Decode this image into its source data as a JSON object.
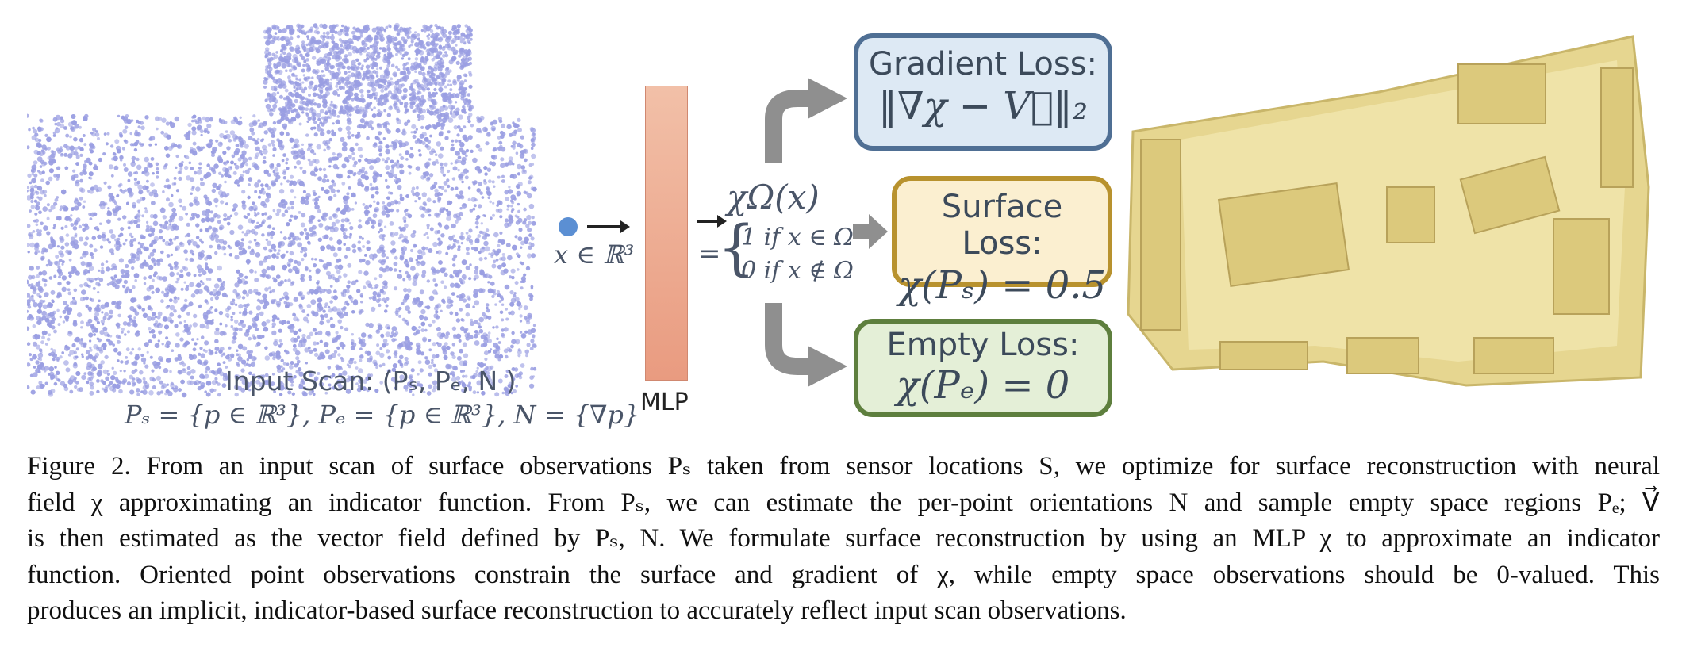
{
  "figure": {
    "input_point": {
      "label": "x ∈ ℝ³"
    },
    "input_scan": {
      "title": "Input Scan: (Pₛ, Pₑ, N )",
      "definition": "Pₛ = {p ∈ ℝ³}, Pₑ = {p ∈ ℝ³}, N = {∇p}"
    },
    "mlp": {
      "label": "MLP",
      "color": "#eeaa90"
    },
    "indicator": {
      "symbol": "χΩ(x)",
      "equals": "=",
      "case1": "1 if x ∈ Ω",
      "case2": "0 if x ∉ Ω"
    },
    "losses": [
      {
        "title": "Gradient Loss:",
        "formula": "‖∇χ − V⃗‖₂",
        "border": "#4f6f94",
        "fill": "#dde9f4"
      },
      {
        "title": "Surface Loss:",
        "formula": "χ(Pₛ) = 0.5",
        "border": "#b8922e",
        "fill": "#fbefd0"
      },
      {
        "title": "Empty Loss:",
        "formula": "χ(Pₑ) = 0",
        "border": "#5e7f3e",
        "fill": "#e4efd7"
      }
    ],
    "colors": {
      "point_cloud": "#9a9ee2",
      "mesh": "#e4d48c",
      "arrow": "#8f8f8f",
      "input_dot": "#5b8fd3"
    }
  },
  "caption": {
    "lines": [
      "Figure 2. From an input scan of surface observations Pₛ taken from sensor locations S, we optimize for surface reconstruction with neural",
      "field χ approximating an indicator function. From Pₛ, we can estimate the per-point orientations N and sample empty space regions Pₑ; V⃗",
      "is then estimated as the vector field defined by Pₛ, N. We formulate surface reconstruction by using an MLP χ to approximate an indicator",
      "function. Oriented point observations constrain the surface and gradient of χ, while empty space observations should be 0-valued. This",
      "produces an implicit, indicator-based surface reconstruction to accurately reflect input scan observations."
    ]
  }
}
